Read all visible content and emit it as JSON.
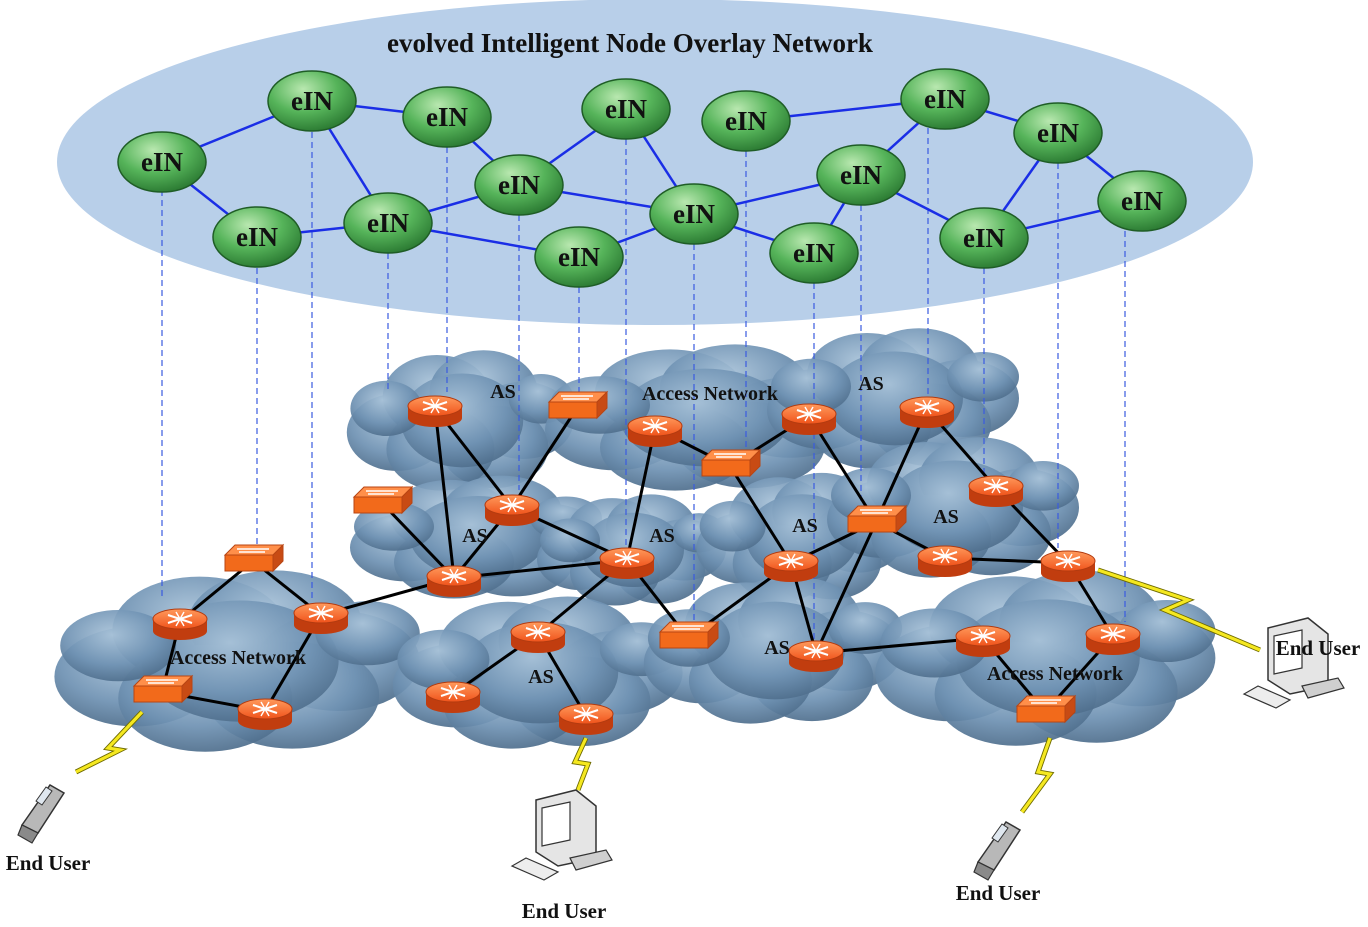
{
  "title": "evolved Intelligent Node Overlay Network",
  "node_label": "eIN",
  "region_labels": {
    "as": "AS",
    "access": "Access Network"
  },
  "end_user_label": "End User",
  "colors": {
    "overlay_fill": "#b8cfe9",
    "ein_fill": "#3e9b46",
    "ein_highlight": "#a6dca0",
    "overlay_link": "#1a2ee6",
    "mapping_line": "#3a5be0",
    "physical_link": "#000000",
    "router": "#f05a22",
    "switch": "#f26a1b",
    "cloud": "#5d86a9",
    "wireless": "#f5e820"
  },
  "ein_nodes": [
    {
      "id": "e1"
    },
    {
      "id": "e2"
    },
    {
      "id": "e3"
    },
    {
      "id": "e4"
    },
    {
      "id": "e5"
    },
    {
      "id": "e6"
    },
    {
      "id": "e7"
    },
    {
      "id": "e8"
    },
    {
      "id": "e9"
    },
    {
      "id": "e10"
    },
    {
      "id": "e11"
    },
    {
      "id": "e12"
    },
    {
      "id": "e13"
    },
    {
      "id": "e14"
    },
    {
      "id": "e15"
    },
    {
      "id": "e16"
    },
    {
      "id": "e17"
    }
  ],
  "overlay_links": [
    [
      "e1",
      "e2"
    ],
    [
      "e1",
      "e5"
    ],
    [
      "e2",
      "e3"
    ],
    [
      "e2",
      "e6"
    ],
    [
      "e3",
      "e4"
    ],
    [
      "e4",
      "e6"
    ],
    [
      "e4",
      "e7"
    ],
    [
      "e4",
      "e9"
    ],
    [
      "e5",
      "e6"
    ],
    [
      "e6",
      "e8"
    ],
    [
      "e7",
      "e9"
    ],
    [
      "e9",
      "e8"
    ],
    [
      "e9",
      "e10"
    ],
    [
      "e9",
      "e12"
    ],
    [
      "e12",
      "e11"
    ],
    [
      "e11",
      "e14"
    ],
    [
      "e11",
      "e15"
    ],
    [
      "e12",
      "e13"
    ],
    [
      "e12",
      "e13"
    ],
    [
      "e13",
      "e11"
    ],
    [
      "e14",
      "e16"
    ],
    [
      "e14",
      "e15"
    ],
    [
      "e16",
      "e17"
    ],
    [
      "e15",
      "e17"
    ],
    [
      "e9",
      "e13"
    ]
  ],
  "devices": [
    {
      "id": "r1",
      "kind": "router"
    },
    {
      "id": "s1",
      "kind": "switch"
    },
    {
      "id": "r2",
      "kind": "router"
    },
    {
      "id": "s2",
      "kind": "switch"
    },
    {
      "id": "r3",
      "kind": "router"
    },
    {
      "id": "r4",
      "kind": "router"
    },
    {
      "id": "s3",
      "kind": "switch"
    },
    {
      "id": "r5",
      "kind": "router"
    },
    {
      "id": "r6",
      "kind": "router"
    },
    {
      "id": "s4",
      "kind": "switch"
    },
    {
      "id": "r7",
      "kind": "router"
    },
    {
      "id": "r8",
      "kind": "router"
    },
    {
      "id": "r9",
      "kind": "router"
    },
    {
      "id": "s5",
      "kind": "switch"
    },
    {
      "id": "r10",
      "kind": "router"
    },
    {
      "id": "r11",
      "kind": "router"
    },
    {
      "id": "s6",
      "kind": "switch"
    },
    {
      "id": "r12",
      "kind": "router"
    },
    {
      "id": "s7",
      "kind": "switch"
    },
    {
      "id": "r13",
      "kind": "router"
    },
    {
      "id": "r14",
      "kind": "router"
    },
    {
      "id": "r15",
      "kind": "router"
    },
    {
      "id": "r16",
      "kind": "router"
    },
    {
      "id": "s8",
      "kind": "switch"
    },
    {
      "id": "r17",
      "kind": "router"
    },
    {
      "id": "r18",
      "kind": "router"
    },
    {
      "id": "s9",
      "kind": "switch"
    }
  ],
  "physical_links": [
    [
      "r1",
      "s1"
    ],
    [
      "r1",
      "r2"
    ],
    [
      "r1",
      "r3"
    ],
    [
      "s1",
      "r2"
    ],
    [
      "r2",
      "r5"
    ],
    [
      "s2",
      "r3"
    ],
    [
      "s2",
      "r4"
    ],
    [
      "r3",
      "r4"
    ],
    [
      "r4",
      "r5"
    ],
    [
      "r5",
      "r6"
    ],
    [
      "s3",
      "r3"
    ],
    [
      "s3",
      "r9"
    ],
    [
      "r6",
      "s3"
    ],
    [
      "r6",
      "r7"
    ],
    [
      "r7",
      "r8"
    ],
    [
      "r7",
      "r9"
    ],
    [
      "r9",
      "s4"
    ],
    [
      "r8",
      "s4"
    ],
    [
      "s4",
      "r10"
    ],
    [
      "r10",
      "s5"
    ],
    [
      "r10",
      "r11"
    ],
    [
      "r11",
      "s5"
    ],
    [
      "r11",
      "r12"
    ],
    [
      "r12",
      "s5"
    ],
    [
      "s5",
      "r13"
    ],
    [
      "r13",
      "r14"
    ],
    [
      "r14",
      "r15"
    ],
    [
      "r15",
      "r16"
    ],
    [
      "s5",
      "r16"
    ],
    [
      "r13",
      "r16"
    ],
    [
      "r16",
      "r17"
    ],
    [
      "r17",
      "r18"
    ],
    [
      "r16",
      "r18"
    ],
    [
      "r18",
      "s8"
    ],
    [
      "s8",
      "r12"
    ]
  ],
  "regions": [
    {
      "id": "c1",
      "label_key": "as"
    },
    {
      "id": "c2",
      "label_key": "access"
    },
    {
      "id": "c3",
      "label_key": "as"
    },
    {
      "id": "c4",
      "label_key": "as"
    },
    {
      "id": "c5",
      "label_key": "as"
    },
    {
      "id": "c6",
      "label_key": "as"
    },
    {
      "id": "c7",
      "label_key": "as"
    },
    {
      "id": "c8",
      "label_key": "access"
    },
    {
      "id": "c9",
      "label_key": "as"
    },
    {
      "id": "c10",
      "label_key": "access"
    }
  ],
  "end_users": [
    {
      "id": "u1",
      "device": "phone"
    },
    {
      "id": "u2",
      "device": "pc"
    },
    {
      "id": "u3",
      "device": "phone"
    },
    {
      "id": "u4",
      "device": "pc"
    }
  ]
}
